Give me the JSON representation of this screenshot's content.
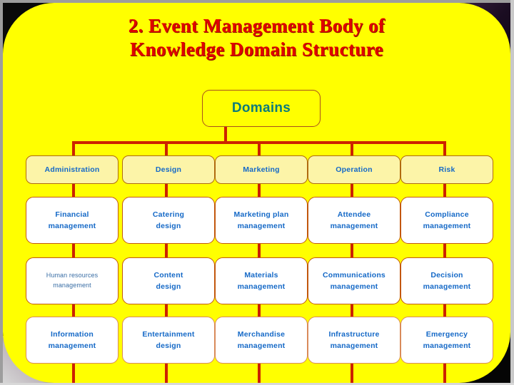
{
  "slide": {
    "title": "2. Event  Management  Body of\nKnowledge  Domain Structure",
    "title_color": "#e00000",
    "background_color": "#ffff00",
    "connector_color": "#cc2200"
  },
  "diagram": {
    "root": {
      "label": "Domains",
      "text_color": "#0d7b7b",
      "fill": "#ffff00",
      "border": "#a8501e"
    },
    "columns": [
      {
        "header": "Administration",
        "items": [
          {
            "line1": "Financial",
            "line2": "management"
          },
          {
            "line1": "Human resources",
            "line2": "management"
          },
          {
            "line1": "Information",
            "line2": "management"
          }
        ]
      },
      {
        "header": "Design",
        "items": [
          {
            "line1": "Catering",
            "line2": "design"
          },
          {
            "line1": "Content",
            "line2": "design"
          },
          {
            "line1": "Entertainment",
            "line2": "design"
          }
        ]
      },
      {
        "header": "Marketing",
        "items": [
          {
            "line1": "Marketing plan",
            "line2": "management"
          },
          {
            "line1": "Materials",
            "line2": "management"
          },
          {
            "line1": "Merchandise",
            "line2": "management"
          }
        ]
      },
      {
        "header": "Operation",
        "items": [
          {
            "line1": "Attendee",
            "line2": "management"
          },
          {
            "line1": "Communications",
            "line2": "management"
          },
          {
            "line1": "Infrastructure",
            "line2": "management"
          }
        ]
      },
      {
        "header": "Risk",
        "items": [
          {
            "line1": "Compliance",
            "line2": "management"
          },
          {
            "line1": "Decision",
            "line2": "management"
          },
          {
            "line1": "Emergency",
            "line2": "management"
          }
        ]
      }
    ]
  }
}
